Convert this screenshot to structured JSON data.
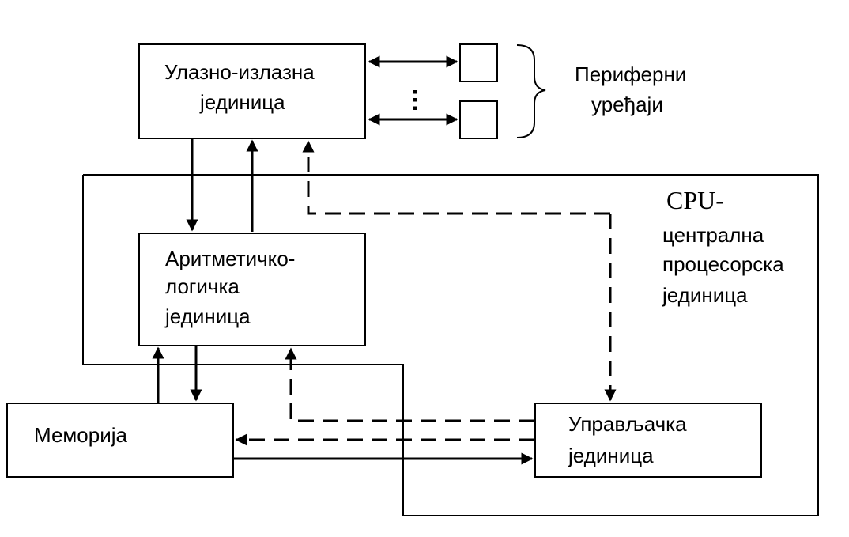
{
  "io_unit": {
    "line1": "Улазно-излазна",
    "line2": "јединица"
  },
  "alu": {
    "line1": "Аритметичко-",
    "line2": "логичка",
    "line3": "јединица"
  },
  "memory": {
    "label": "Меморија"
  },
  "control_unit": {
    "line1": "Управљачка",
    "line2": "јединица"
  },
  "peripherals": {
    "line1": "Периферни",
    "line2": "уређаји",
    "ellipsis": "⋮"
  },
  "cpu": {
    "line1": "CPU-",
    "line2": "централна",
    "line3": "процесорска",
    "line4": "јединица"
  }
}
